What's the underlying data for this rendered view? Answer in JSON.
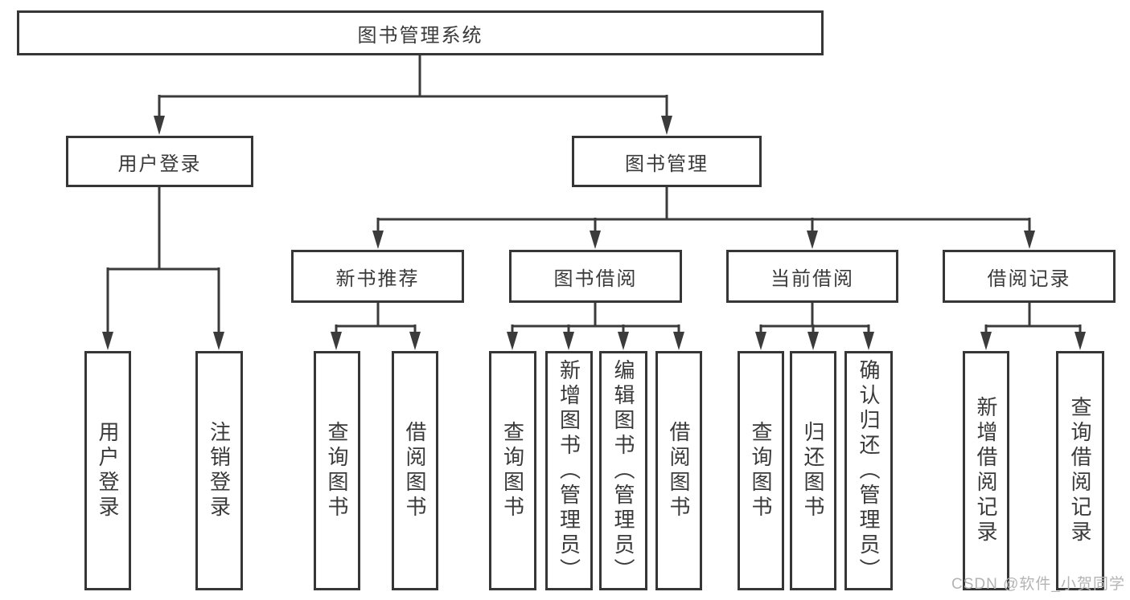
{
  "diagram_title": "图书管理系统",
  "tree": {
    "root": {
      "label": "图书管理系统",
      "children": [
        {
          "label": "用户登录",
          "children": [
            {
              "label": "用户登录"
            },
            {
              "label": "注销登录"
            }
          ]
        },
        {
          "label": "图书管理",
          "children": [
            {
              "label": "新书推荐",
              "children": [
                {
                  "label": "查询图书"
                },
                {
                  "label": "借阅图书"
                }
              ]
            },
            {
              "label": "图书借阅",
              "children": [
                {
                  "label": "查询图书"
                },
                {
                  "label": "新增图书（管理员）"
                },
                {
                  "label": "编辑图书（管理员）"
                },
                {
                  "label": "借阅图书"
                }
              ]
            },
            {
              "label": "当前借阅",
              "children": [
                {
                  "label": "查询图书"
                },
                {
                  "label": "归还图书"
                },
                {
                  "label": "确认归还（管理员）"
                }
              ]
            },
            {
              "label": "借阅记录",
              "children": [
                {
                  "label": "新增借阅记录"
                },
                {
                  "label": "查询借阅记录"
                }
              ]
            }
          ]
        }
      ]
    }
  },
  "watermark": {
    "text": "CSDN @软件_小贺同学"
  },
  "colors": {
    "line": "#3b3b3b",
    "box_border": "#363636",
    "text": "#3a3a3a",
    "watermark_text": "#b4b4b4",
    "background": "#ffffff"
  }
}
